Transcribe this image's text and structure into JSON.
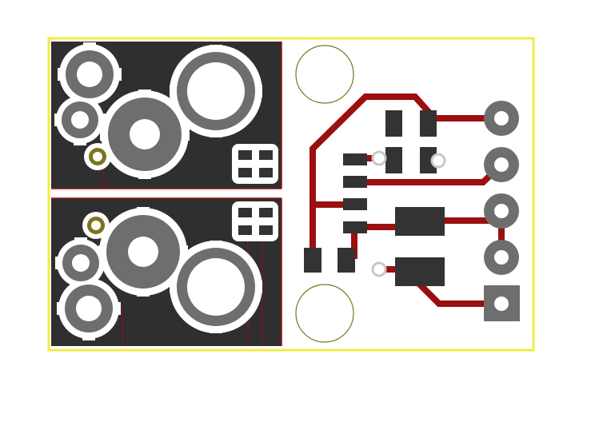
{
  "board": {
    "view": "PCB layout",
    "colors": {
      "outline": "#f2ec45",
      "copper_pour": "#2f2e30",
      "trace": "#9b0f0f",
      "pad": "#6e6e6e",
      "smd_pad": "#333333",
      "mounting_hole": "#7c7421",
      "via_ring": "#c8c8c8",
      "background": "#ffffff",
      "clearance": "#ffffff"
    }
  },
  "components": {
    "large_holes": 4,
    "smd_pads": 10,
    "header_pins": 5,
    "square_pin": 1,
    "vias": 3,
    "mounting_holes": 2,
    "solder_jumpers": 2
  }
}
